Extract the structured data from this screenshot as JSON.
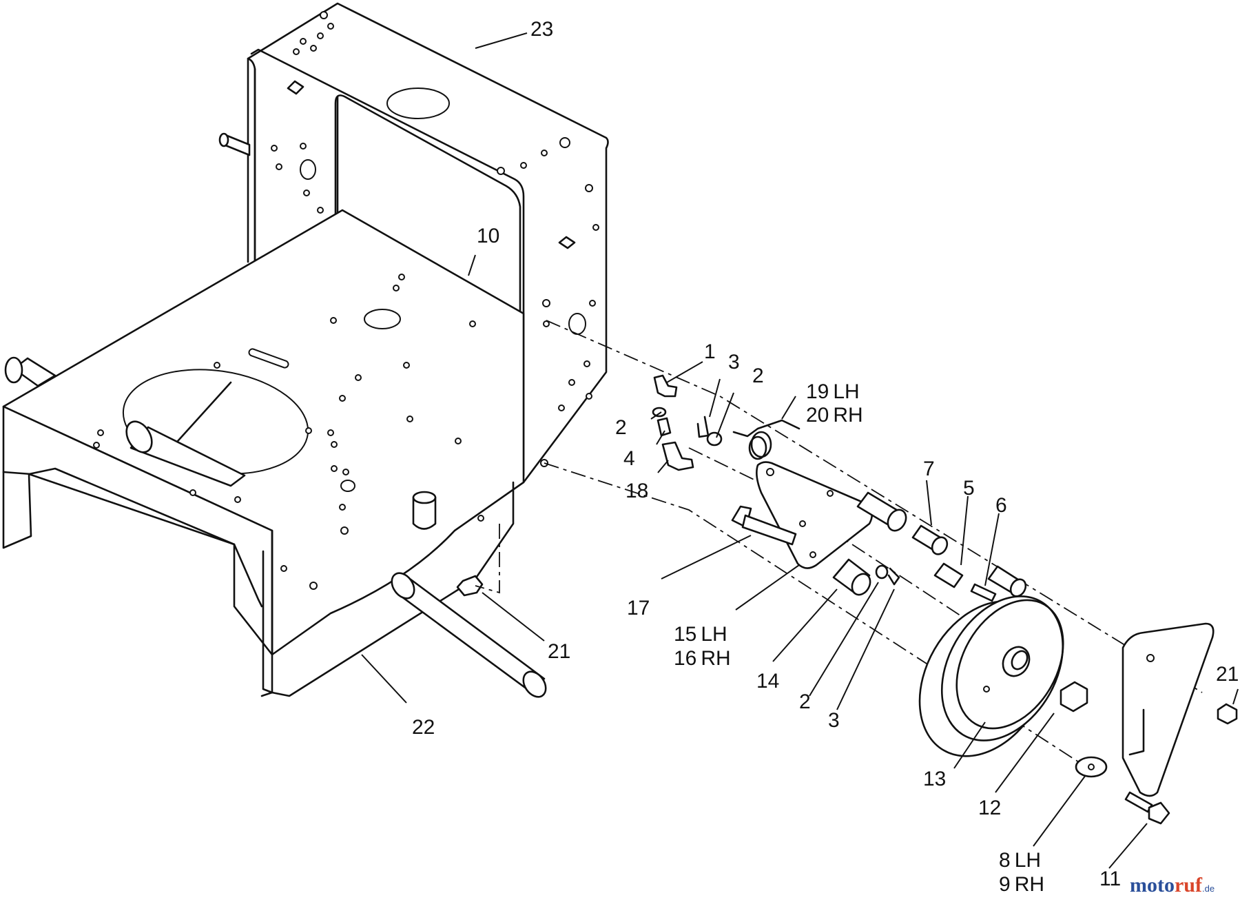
{
  "diagram": {
    "callouts": {
      "c1": "1",
      "c2a": "2",
      "c2b": "2",
      "c2c": "2",
      "c3a": "3",
      "c3b": "3",
      "c4": "4",
      "c5": "5",
      "c6": "6",
      "c7": "7",
      "c8": "8",
      "c8s": "LH",
      "c9": "9",
      "c9s": "RH",
      "c10": "10",
      "c11": "11",
      "c12": "12",
      "c13": "13",
      "c14": "14",
      "c15": "15",
      "c15s": "LH",
      "c16": "16",
      "c16s": "RH",
      "c17": "17",
      "c18": "18",
      "c19": "19",
      "c19s": "LH",
      "c20": "20",
      "c20s": "RH",
      "c21a": "21",
      "c21b": "21",
      "c22": "22",
      "c23": "23"
    }
  },
  "watermark": {
    "part1": "moto",
    "part2": "ruf",
    "part3": ".de"
  }
}
